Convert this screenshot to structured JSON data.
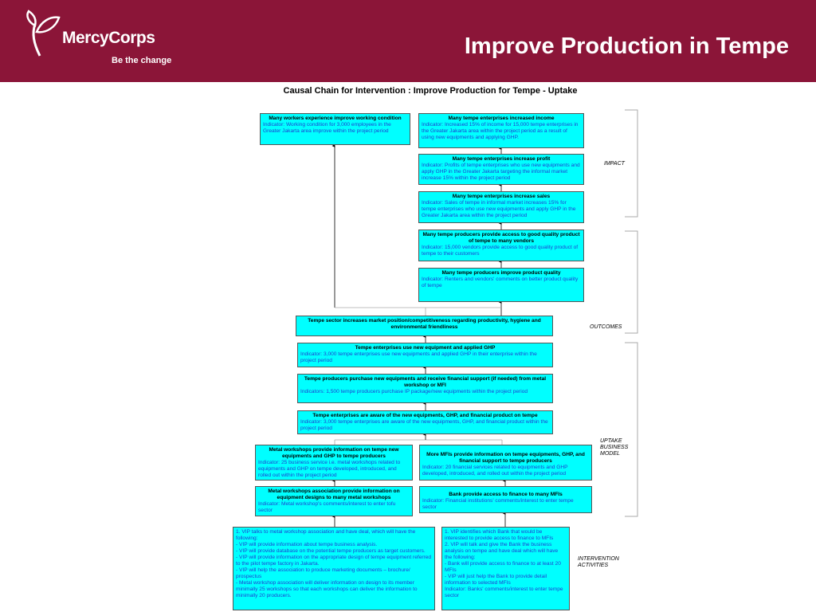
{
  "header": {
    "logo_text": "MercyCorps",
    "tagline": "Be the change",
    "title": "Improve Production in Tempe"
  },
  "subtitle": "Causal Chain for Intervention : Improve Production for Tempe - Uptake",
  "levels": {
    "impact": "IMPACT",
    "outcomes": "OUTCOMES",
    "uptake": "UPTAKE\nBUSINESS\nMODEL",
    "intervention": "INTERVENTION\nACTIVITIES"
  },
  "boxes": {
    "workers": {
      "title": "Many workers experience improve working condition",
      "indicator": "Indicator: Working condition for 3,000 employees in the Greater Jakarta area improve within the project period"
    },
    "income": {
      "title": "Many tempe enterprises increased income",
      "indicator": "Indicator: Increased 15% of income for 15,000 tempe enterprises in the Greater Jakarta area within the project period as a result of using new equipments and applying GHP."
    },
    "profit": {
      "title": "Many tempe enterprises increase profit",
      "indicator": "Indicator: Profits of tempe enterprises who use new equipments and apply GHP in the Greater Jakarta targeting the informal market increase 15% within the project period"
    },
    "sales": {
      "title": "Many tempe enterprises increase sales",
      "indicator": "Indicator: Sales of tempe in informal market increases 15% for tempe enterprises who use new equipments and apply GHP in the Greater Jakarta area within the project period"
    },
    "access": {
      "title": "Many tempe producers provide access to good quality product of tempe to many vendors",
      "indicator": "Indicator: 15,000 vendors provide access to good quality product of tempe to their customers"
    },
    "quality": {
      "title": "Many tempe producers improve product quality",
      "indicator": "Indicator: Renters and vendors' comments on better product quality of tempe"
    },
    "sector": {
      "title": "Tempe sector increases market position/competitiveness regarding productivity, hygiene and environmental friendliness",
      "indicator": ""
    },
    "use": {
      "title": "Tempe enterprises use new equipment and applied GHP",
      "indicator": "Indicator: 3,000 tempe enterprises use new equipments and applied GHP in their enterprise within the project period"
    },
    "purchase": {
      "title": "Tempe producers purchase new equipments and receive financial support (if needed) from metal workshop or MFI",
      "indicator": "Indicators: 1,500 tempe producers purchase IP package/new equipments within the project period"
    },
    "aware": {
      "title": "Tempe enterprises are aware of the new equipments, GHP, and financial product on tempe",
      "indicator": "Indicator: 3,000 tempe enterprises are aware of the new equipments, GHP, and financial product within the project period"
    },
    "metal_info": {
      "title": "Metal workshops provide information on tempe new equipments and GHP to tempe producers",
      "indicator": "Indicator: 25 business service i.e. metal workshops related to equipments and GHP on tempe developed, introduced, and rolled out within the project period"
    },
    "mfi_info": {
      "title": "More MFIs provide information on tempe equipments, GHP, and financial support to tempe producers",
      "indicator": "Indicator: 20 financial services related to equipments and GHP developed, introduced, and rolled out within the project period"
    },
    "metal_assoc": {
      "title": "Metal workshops association provide information on equipment designs to many metal workshops",
      "indicator": "Indicator: Metal workshop's comments/interest to enter tofu sector"
    },
    "bank": {
      "title": "Bank provide access to finance to many MFIs",
      "indicator": "Indicator: Financial institutions' comments/interest to enter tempe sector"
    },
    "act_left": {
      "text": "1. VIP talks to metal workshop association and have deal, which will have the following:\n- VIP will provide information about tempe business analysis.\n- VIP will provide database on the potential tempe producers as target customers.\n- VIP will provide information on the appropriate design of tempe equipment referred to the pilot tempe factory in Jakarta.\n- VIP will help the association to produce marketing documents – brochure/ prospectus\n- Metal workshop association will deliver information on design to its member minimally 25  workshops so that each workshops can deliver the information to minimally 20 producers."
    },
    "act_right": {
      "text": "1. VIP identifies which Bank that would be interested to provide access to finance to MFIs\n2. VIP will talk and give the Bank the business analysis on tempe and have deal which will have the following:\n- Bank will provide access to finance to at least 20 MFIs\n- VIP will just help the Bank to provide detail information to selected MFIs\nIndicator: Banks' comments/interest to enter tempe sector"
    }
  },
  "colors": {
    "header_bg": "#8b1538",
    "box_fill": "#00ffff",
    "indicator_text": "#1f3fd0"
  }
}
